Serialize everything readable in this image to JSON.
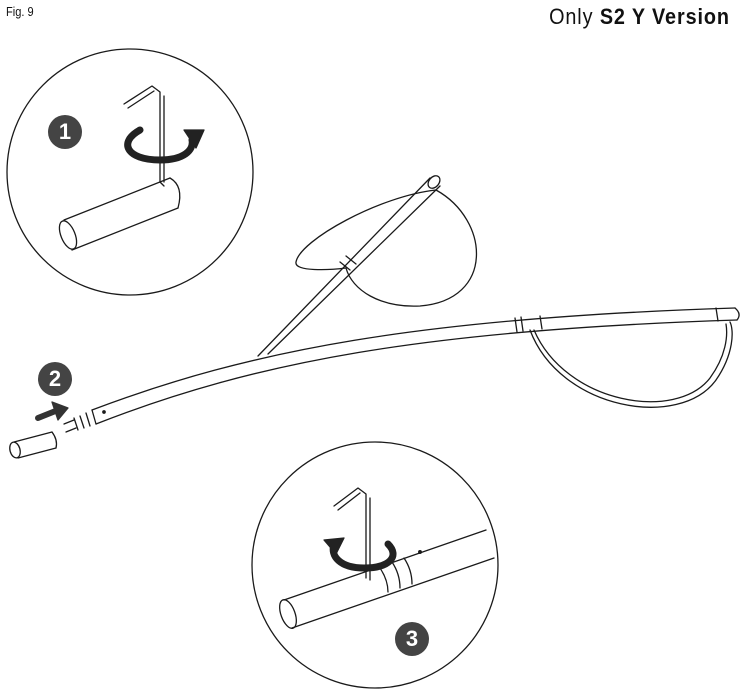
{
  "header": {
    "figure_label": "Fig. 9",
    "version_prefix": "Only",
    "version_bold": "S2 Y Version"
  },
  "steps": [
    {
      "label": "1"
    },
    {
      "label": "2"
    },
    {
      "label": "3"
    }
  ],
  "colors": {
    "line": "#1a1a1a",
    "badge": "#444444",
    "arrow": "#333333"
  }
}
